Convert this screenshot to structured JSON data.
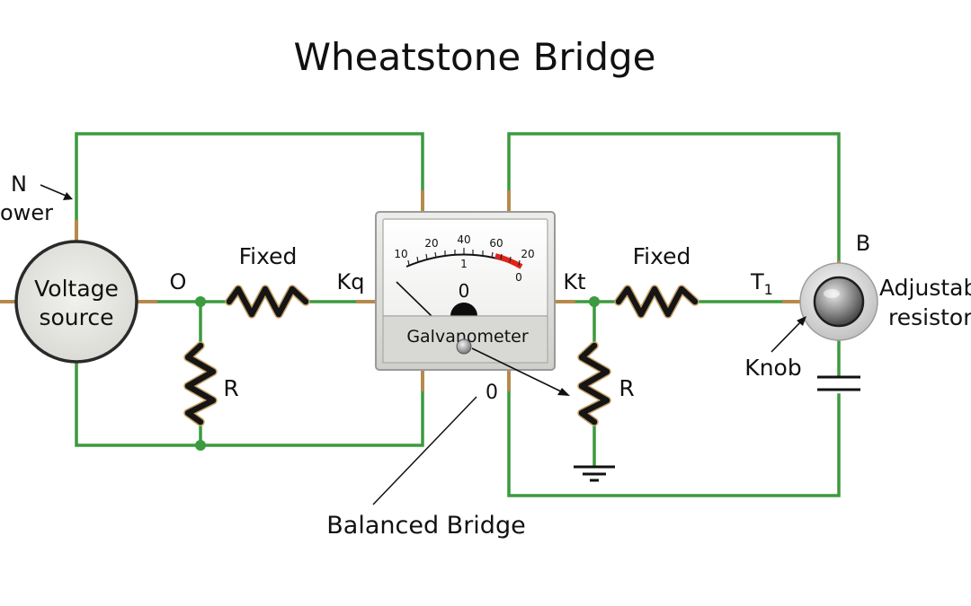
{
  "title": "Wheatstone Bridge",
  "labels": {
    "power_n": "N",
    "power_word": "ower",
    "voltage_line1": "Voltage",
    "voltage_line2": "source",
    "node_left": "O",
    "fixed_left": "Fixed",
    "r_left": "R",
    "kq": "Kq",
    "kt": "Kt",
    "fixed_right": "Fixed",
    "r_right": "R",
    "t1_main": "T",
    "t1_sub": "1",
    "b": "B",
    "adjustable_line1": "Adjustab",
    "adjustable_line2": "resistor",
    "knob": "Knob",
    "zero_bottom": "0",
    "balanced_bridge": "Balanced Bridge"
  },
  "galvanometer": {
    "label": "Galvanometer",
    "center_zero": "0",
    "scale_top": [
      "10",
      "20",
      "40",
      "60",
      "20"
    ],
    "scale_inner": [
      "1",
      "0"
    ]
  },
  "colors": {
    "wire": "#3c9a3f",
    "lead": "#b68a4c",
    "red_zone": "#e0241b"
  }
}
